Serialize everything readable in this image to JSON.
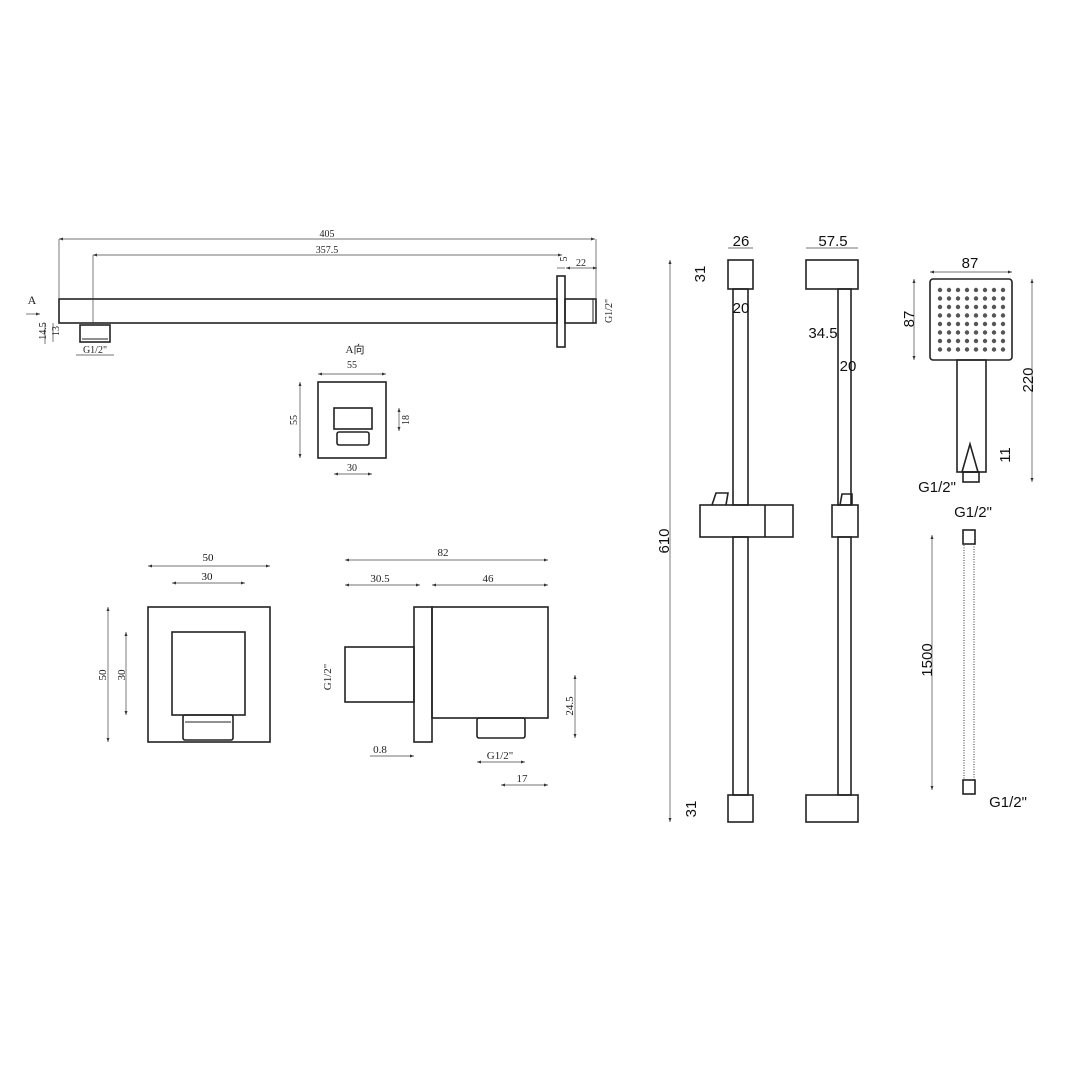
{
  "shower_arm": {
    "length": "405",
    "reach": "357.5",
    "plate": "5",
    "thread_len": "22",
    "view_marker": "A",
    "drop_outer": "14.5",
    "drop_inner": "13",
    "outlet_thread": "G1/2\"",
    "inlet_thread": "G1/2\""
  },
  "view_a": {
    "title": "A向",
    "width": "55",
    "height": "55",
    "outlet_height": "18",
    "outlet_width": "30"
  },
  "wall_outlet_front": {
    "width": "50",
    "inner_width": "30",
    "height": "50",
    "inner_height": "30"
  },
  "wall_outlet_side": {
    "total": "82",
    "stub": "30.5",
    "body": "46",
    "inlet_thread": "G1/2\"",
    "outlet_offset": "24.5",
    "gap": "0.8",
    "outlet_thread": "G1/2\"",
    "outlet_pos": "17"
  },
  "slide_rail": {
    "height": "610",
    "cap_width": "26",
    "cap_height": "31",
    "rod": "20",
    "bottom_cap": "31"
  },
  "slide_rail_side": {
    "depth": "57.5",
    "offset": "34.5",
    "rod": "20"
  },
  "hand_shower": {
    "head_width": "87",
    "head_height": "87",
    "length": "220",
    "nozzle": "11",
    "thread": "G1/2\""
  },
  "hose": {
    "top_thread": "G1/2\"",
    "length": "1500",
    "bottom_thread": "G1/2\""
  }
}
